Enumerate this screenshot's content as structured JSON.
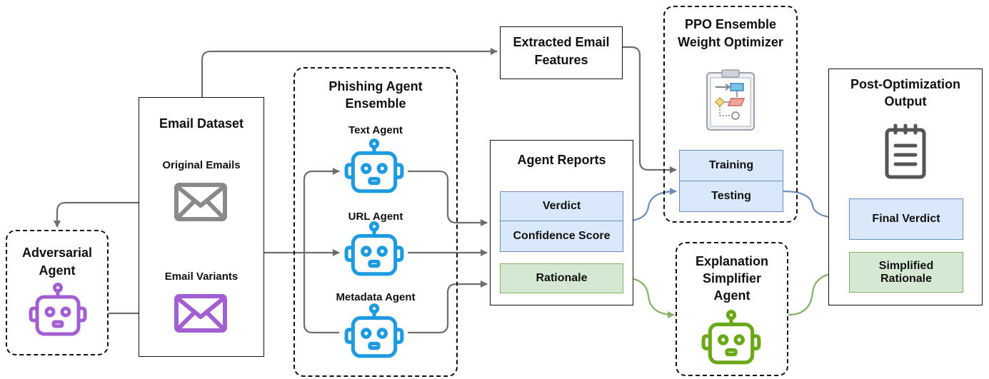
{
  "email_dataset": {
    "title": "Email Dataset",
    "original_emails": "Original Emails",
    "email_variants": "Email Variants"
  },
  "adversarial_agent": {
    "title_line1": "Adversarial",
    "title_line2": "Agent"
  },
  "ensemble": {
    "title_line1": "Phishing Agent",
    "title_line2": "Ensemble",
    "text_agent": "Text Agent",
    "url_agent": "URL Agent",
    "metadata_agent": "Metadata Agent"
  },
  "features": {
    "line1": "Extracted Email",
    "line2": "Features"
  },
  "reports": {
    "title": "Agent Reports",
    "verdict": "Verdict",
    "confidence": "Confidence Score",
    "rationale": "Rationale"
  },
  "ppo": {
    "title_line1": "PPO Ensemble",
    "title_line2": "Weight Optimizer",
    "training": "Training",
    "testing": "Testing"
  },
  "simplifier": {
    "line1": "Explanation",
    "line2": "Simplifier",
    "line3": "Agent"
  },
  "output": {
    "title_line1": "Post-Optimization",
    "title_line2": "Output",
    "final_verdict": "Final Verdict",
    "simplified_line1": "Simplified",
    "simplified_line2": "Rationale"
  },
  "colors": {
    "robot_blue": "#1e9be0",
    "robot_purple": "#a35fd1",
    "robot_green": "#6aa819",
    "envelope_gray": "#8a8a8a",
    "envelope_purple": "#a35fd1",
    "arrow_gray": "#6e6e6e",
    "arrow_blue": "#6c8ebf",
    "arrow_green": "#82b366"
  }
}
